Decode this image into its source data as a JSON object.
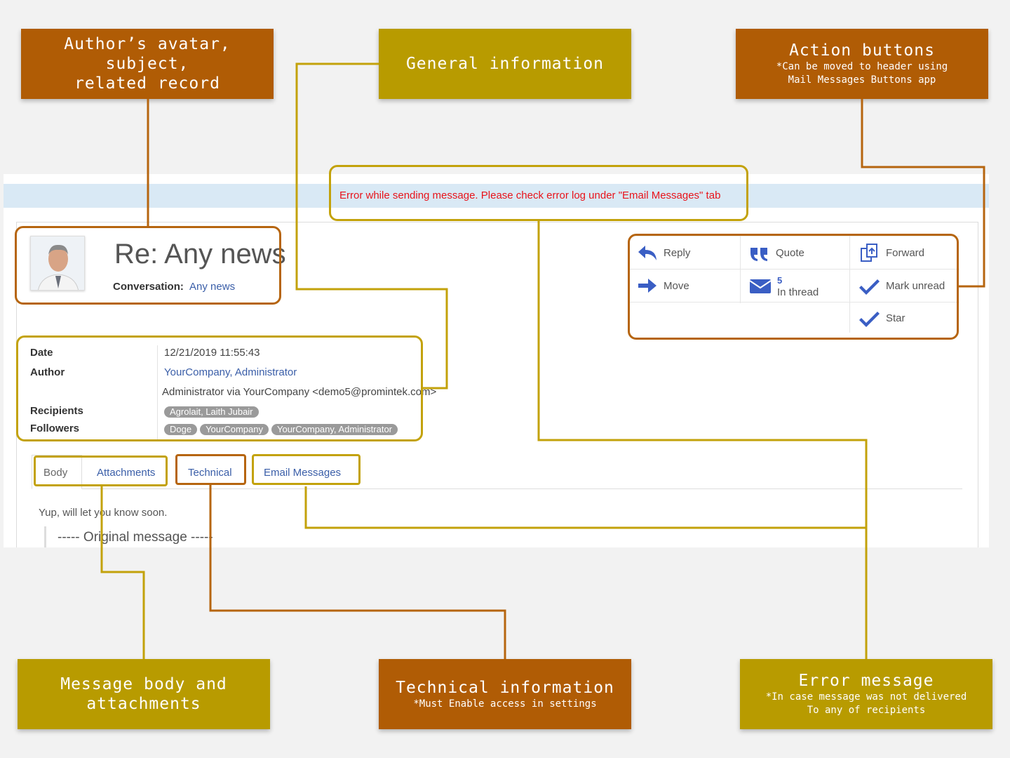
{
  "callouts": {
    "author": {
      "title": "Author’s avatar,\nsubject,\nrelated record"
    },
    "general": {
      "title": "General information"
    },
    "actions": {
      "title": "Action buttons",
      "sub": "*Can be moved to header using\nMail Messages Buttons app"
    },
    "body": {
      "title": "Message body and\nattachments"
    },
    "technical": {
      "title": "Technical information",
      "sub": "*Must Enable access in settings"
    },
    "error": {
      "title": "Error message",
      "sub": "*In case message was not delivered\nTo any of recipients"
    }
  },
  "error_banner": "Error while sending message. Please check error log under \"Email Messages\" tab",
  "message": {
    "subject": "Re: Any news",
    "conversation_label": "Conversation:",
    "conversation_value": "Any news"
  },
  "info": {
    "date_label": "Date",
    "date_value": "12/21/2019 11:55:43",
    "author_label": "Author",
    "author_value": "YourCompany, Administrator",
    "author_via": "Administrator via YourCompany <demo5@promintek.com>",
    "recipients_label": "Recipients",
    "recipients": [
      "Agrolait, Laith Jubair"
    ],
    "followers_label": "Followers",
    "followers": [
      "Doge",
      "YourCompany",
      "YourCompany, Administrator"
    ]
  },
  "actions": {
    "reply": "Reply",
    "quote": "Quote",
    "forward": "Forward",
    "move": "Move",
    "thread_count": "5",
    "thread_label": "In thread",
    "mark_unread": "Mark unread",
    "star": "Star"
  },
  "tabs": {
    "body": "Body",
    "attachments": "Attachments",
    "technical": "Technical",
    "email_messages": "Email Messages"
  },
  "body": {
    "text": "Yup, will let you know soon.",
    "original": "----- Original message -----"
  },
  "colors": {
    "orange": "#b05c05",
    "olive": "#b89b00",
    "error": "#e8141b",
    "link": "#3a5ea8",
    "icon_blue": "#3a5ec4"
  }
}
